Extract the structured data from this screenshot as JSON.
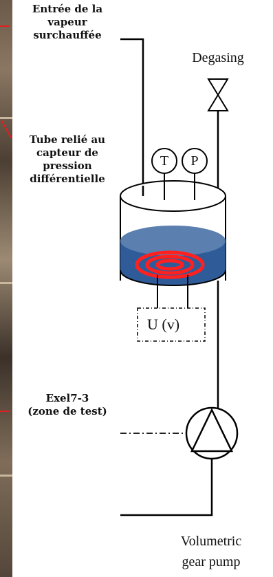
{
  "labels": {
    "steam_inlet": [
      "Entrée de la",
      "vapeur",
      "surchauffée"
    ],
    "pressure_tube": [
      "Tube relié au",
      "capteur de",
      "pression",
      "différentielle"
    ],
    "test_zone": [
      "Exel7-3",
      "(zone de test)"
    ],
    "degasing": "Degasing",
    "pump": [
      "Volumetric",
      "gear pump"
    ]
  },
  "instruments": {
    "temperature": "T",
    "pressure": "P",
    "voltage": "U (v)"
  },
  "colors": {
    "liquid_top": "#5b7fae",
    "liquid_body": "#2f5c99",
    "heater": "#ff2020",
    "pointer": "#e02020"
  }
}
